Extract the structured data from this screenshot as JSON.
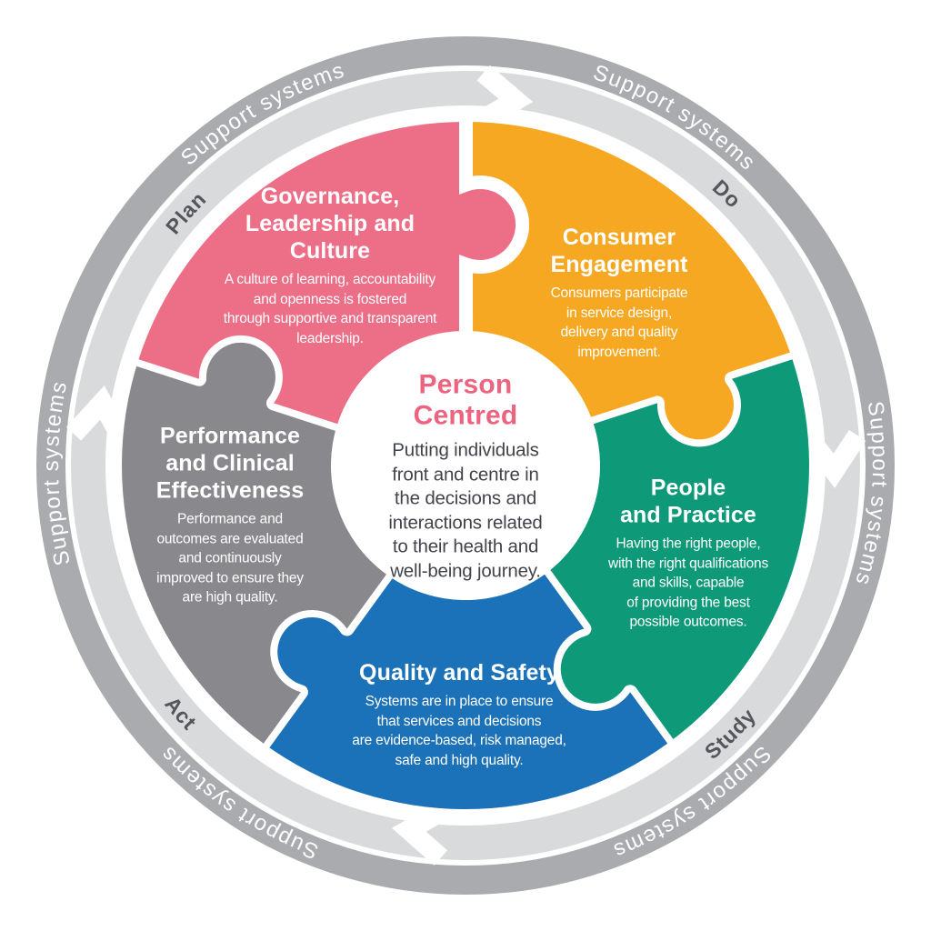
{
  "diagram": {
    "support_systems_label": "Support systems",
    "cycle": {
      "plan": "Plan",
      "do": "Do",
      "study": "Study",
      "act": "Act"
    },
    "center": {
      "title": "Person Centred",
      "title_lines": [
        "Person",
        "Centred"
      ],
      "body": "Putting individuals front and centre in the decisions and interactions related to their health and well-being journey.",
      "body_lines": [
        "Putting individuals",
        "front and centre in",
        "the decisions and",
        "interactions related",
        "to their health and",
        "well-being journey."
      ]
    },
    "segments": [
      {
        "id": "governance",
        "title": "Governance, Leadership and Culture",
        "title_lines": [
          "Governance,",
          "Leadership and",
          "Culture"
        ],
        "body": "A culture of learning, accountability and openness is fostered through supportive and transparent leadership.",
        "body_lines": [
          "A culture of learning, accountability",
          "and openness is fostered",
          "through supportive and transparent",
          "leadership."
        ],
        "color": "#ED6E87"
      },
      {
        "id": "consumer-engagement",
        "title": "Consumer Engagement",
        "title_lines": [
          "Consumer",
          "Engagement"
        ],
        "body": "Consumers participate in service design, delivery and quality improvement.",
        "body_lines": [
          "Consumers participate",
          "in service design,",
          "delivery and quality",
          "improvement."
        ],
        "color": "#F7A823"
      },
      {
        "id": "people-practice",
        "title": "People and Practice",
        "title_lines": [
          "People",
          "and Practice"
        ],
        "body": "Having the right people, with the right qualifications and skills, capable of providing the best possible outcomes.",
        "body_lines": [
          "Having the right people,",
          "with the right qualifications",
          "and skills, capable",
          "of providing the best",
          "possible outcomes."
        ],
        "color": "#0E9A78"
      },
      {
        "id": "quality-safety",
        "title": "Quality and Safety",
        "title_lines": [
          "Quality and Safety"
        ],
        "body": "Systems are in place to ensure that services and decisions are evidence-based, risk managed, safe and high quality.",
        "body_lines": [
          "Systems are in place to ensure",
          "that services and decisions",
          "are evidence-based, risk managed,",
          "safe and high quality."
        ],
        "color": "#1B72B8"
      },
      {
        "id": "performance-effectiveness",
        "title": "Performance and Clinical Effectiveness",
        "title_lines": [
          "Performance",
          "and Clinical",
          "Effectiveness"
        ],
        "body": "Performance and outcomes are evaluated and continuously improved to ensure they are high quality.",
        "body_lines": [
          "Performance and",
          "outcomes are evaluated",
          "and continuously",
          "improved to ensure they",
          "are high quality."
        ],
        "color": "#89898D"
      }
    ],
    "colors": {
      "outer_ring": "#A9ABAE",
      "inner_ring": "#D9DADB",
      "cycle_text": "#55565A",
      "ring_text": "#FFFFFF",
      "center_title": "#ED6480",
      "center_body_text": "#42434B",
      "background": "#FFFFFF",
      "arrow": "#FFFFFF"
    }
  }
}
